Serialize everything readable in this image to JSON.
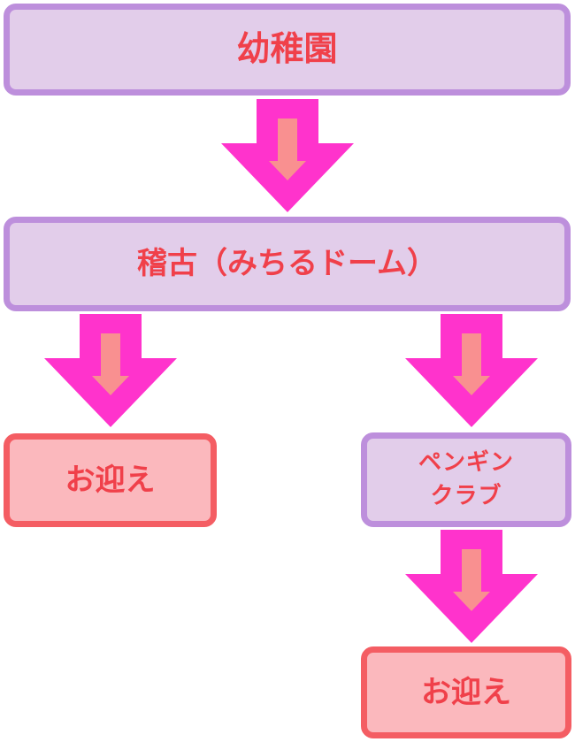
{
  "nodes": {
    "kindergarten": "幼稚園",
    "lesson": "稽古（みちるドーム）",
    "pickup_left": "お迎え",
    "penguin_club_line1": "ペンギン",
    "penguin_club_line2": "クラブ",
    "pickup_right": "お迎え"
  },
  "colors": {
    "purple_fill": "#e2cdea",
    "purple_border": "#bd8fdc",
    "pink_fill": "#fbb8bd",
    "pink_border": "#f45d63",
    "arrow_outer": "#ff33cc",
    "arrow_inner": "#f99090",
    "text": "#f0404a"
  }
}
